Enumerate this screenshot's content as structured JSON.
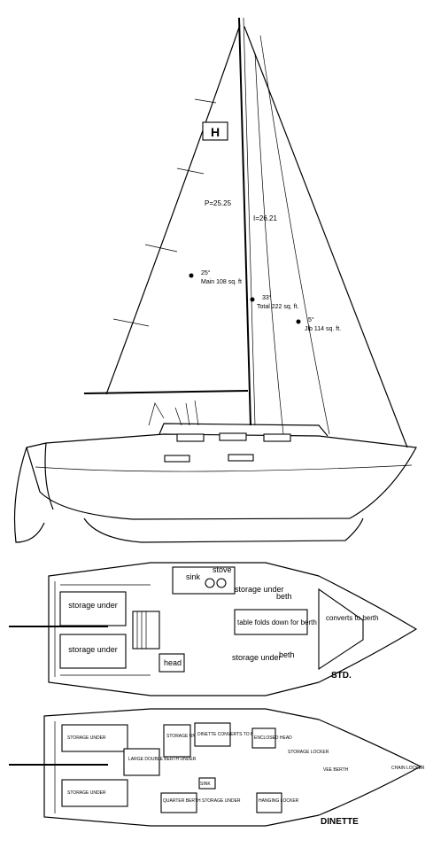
{
  "sail_plan": {
    "p_dimension": "P=25.25",
    "i_dimension": "I=26.21",
    "main_area_top": "25°",
    "main_area": "Main 108 sq. ft",
    "total_area_top": "33°",
    "total_area": "Total 222 sq. ft.",
    "jib_area_top": "5°",
    "jib_area": "Jib 114 sq. ft."
  },
  "standard_layout": {
    "label": "STD.",
    "sink": "sink",
    "stove": "stove",
    "storage_under": "storage under",
    "beth": "beth",
    "converts_to_berth": "converts to berth",
    "table": "table folds down for berth",
    "head": "head"
  },
  "dinette_layout": {
    "label": "DINETTE",
    "storage_under": "STORAGE UNDER",
    "large_double": "LARGE DOUBLE BERTH UNDER",
    "storage": "STORAGE UNDER",
    "dinette": "DINETTE CONVERTS TO BERTH",
    "enclosed_head": "ENCLOSED HEAD",
    "storage_locker": "STORAGE LOCKER",
    "vee_berth": "VEE BERTH",
    "chain_locker": "CHAIN LOCKER",
    "sink": "SINK",
    "quarter_berth": "QUARTER BERTH STORAGE UNDER",
    "hanging_locker": "HANGING LOCKER"
  }
}
